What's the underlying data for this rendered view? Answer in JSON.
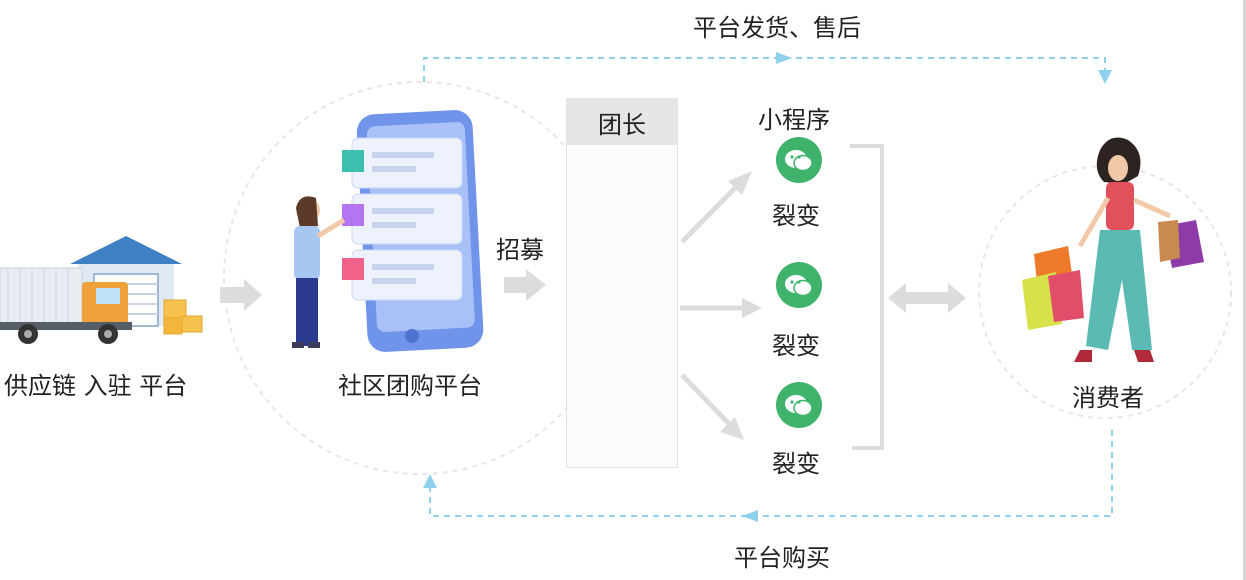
{
  "labels": {
    "supply_chain": "供应链 入驻 平台",
    "platform": "社区团购平台",
    "recruit": "招募",
    "leader_header": "团长",
    "mini_program": "小程序",
    "fission_1": "裂变",
    "fission_2": "裂变",
    "fission_3": "裂变",
    "consumer": "消费者",
    "top_flow": "平台发货、售后",
    "bottom_flow": "平台购买"
  },
  "colors": {
    "dashed_line": "#8fd0ec",
    "wechat_green": "#3fb36b",
    "arrow_gray": "#dcdcdc"
  }
}
